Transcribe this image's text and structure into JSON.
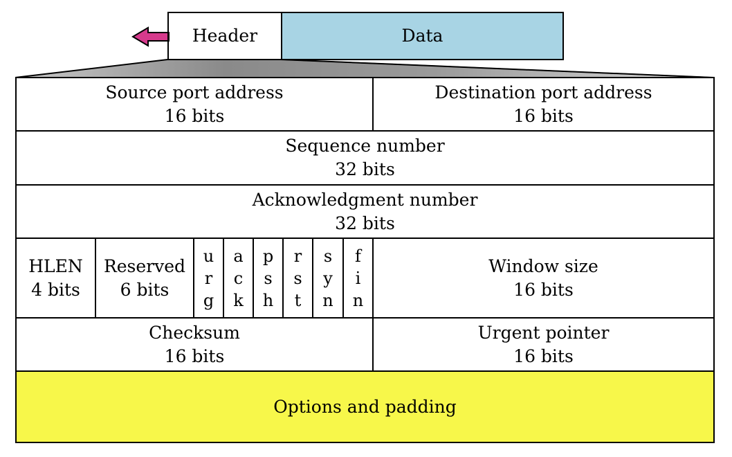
{
  "segment": {
    "header_label": "Header",
    "data_label": "Data"
  },
  "fields": {
    "source_port": {
      "name": "Source port address",
      "size": "16 bits"
    },
    "destination_port": {
      "name": "Destination port address",
      "size": "16 bits"
    },
    "sequence": {
      "name": "Sequence number",
      "size": "32 bits"
    },
    "acknowledgment": {
      "name": "Acknowledgment number",
      "size": "32 bits"
    },
    "hlen": {
      "name": "HLEN",
      "size": "4 bits"
    },
    "reserved": {
      "name": "Reserved",
      "size": "6 bits"
    },
    "flags": [
      {
        "letters": [
          "u",
          "r",
          "g"
        ]
      },
      {
        "letters": [
          "a",
          "c",
          "k"
        ]
      },
      {
        "letters": [
          "p",
          "s",
          "h"
        ]
      },
      {
        "letters": [
          "r",
          "s",
          "t"
        ]
      },
      {
        "letters": [
          "s",
          "y",
          "n"
        ]
      },
      {
        "letters": [
          "f",
          "i",
          "n"
        ]
      }
    ],
    "window": {
      "name": "Window size",
      "size": "16 bits"
    },
    "checksum": {
      "name": "Checksum",
      "size": "16 bits"
    },
    "urgent": {
      "name": "Urgent pointer",
      "size": "16 bits"
    },
    "options": {
      "name": "Options and padding"
    }
  },
  "colors": {
    "data_fill": "#a8d4e4",
    "options_fill": "#f7f74a",
    "arrow_fill": "#d63a8c",
    "funnel_fill": "#a9a9a9"
  }
}
